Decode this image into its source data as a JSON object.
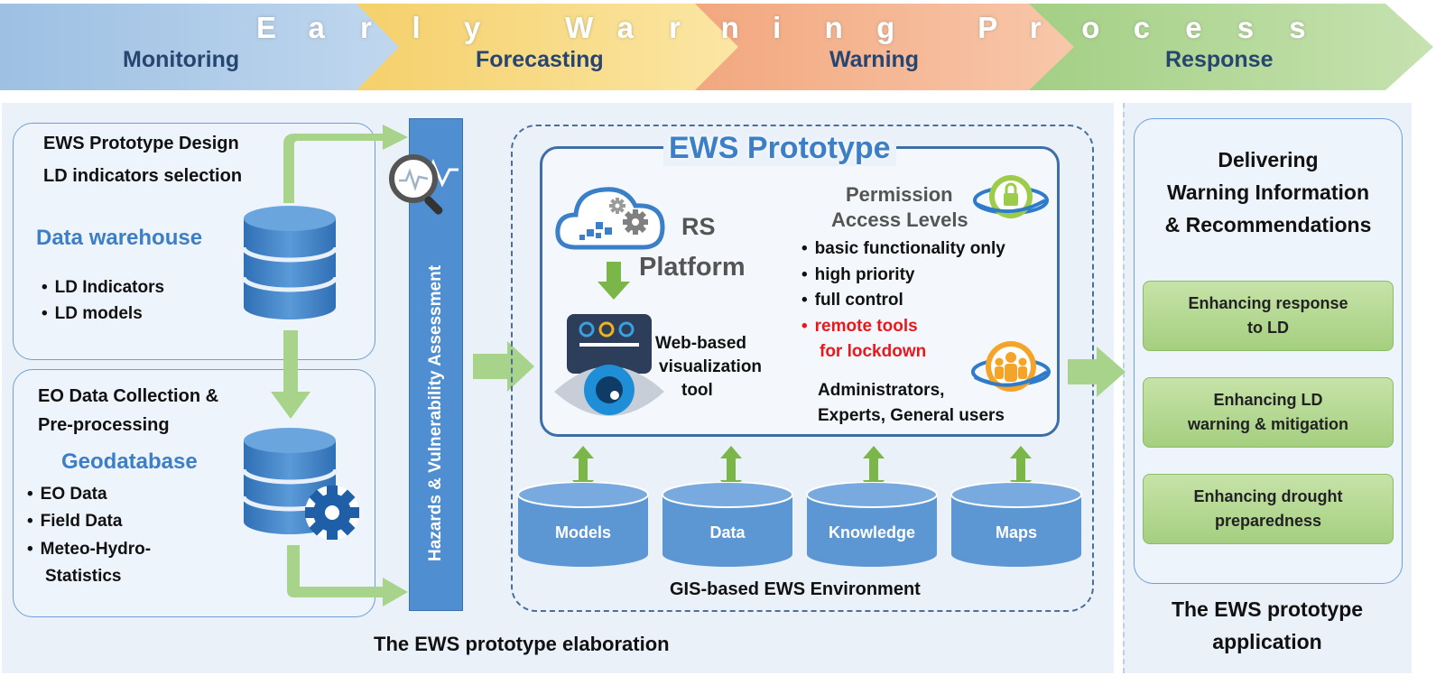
{
  "banner": {
    "title_letters": [
      "E",
      "a",
      "r",
      "l",
      "y",
      "W",
      "a",
      "r",
      "n",
      "i",
      "n",
      "g",
      "P",
      "r",
      "o",
      "c",
      "e",
      "s",
      "s"
    ],
    "stages": [
      "Monitoring",
      "Forecasting",
      "Warning",
      "Response"
    ]
  },
  "left_panel": {
    "box1": {
      "line1": "EWS Prototype Design",
      "line2": "LD indicators selection",
      "heading": "Data warehouse",
      "items": [
        "LD Indicators",
        "LD models"
      ]
    },
    "box2": {
      "line1": "EO Data Collection &",
      "line2": "Pre-processing",
      "heading": "Geodatabase",
      "items": [
        "EO Data",
        "Field Data",
        "Meteo-Hydro-",
        "Statistics"
      ]
    },
    "vertical_bar_label": "Hazards & Vulnerability Assessment",
    "caption": "The EWS prototype elaboration"
  },
  "prototype": {
    "title": "EWS Prototype",
    "rs_line1": "RS",
    "rs_line2": "Platform",
    "viz_line1": "Web-based",
    "viz_line2": "visualization",
    "viz_line3": "tool",
    "permission_line1": "Permission",
    "permission_line2": "Access Levels",
    "access_items": [
      "basic functionality only",
      "high priority",
      "full control"
    ],
    "access_red_line1": "remote tools",
    "access_red_line2": "for lockdown",
    "users_line1": "Administrators,",
    "users_line2": "Experts, General users"
  },
  "environment": {
    "cylinders": [
      "Models",
      "Data",
      "Knowledge",
      "Maps"
    ],
    "caption": "GIS-based EWS Environment"
  },
  "right_panel": {
    "heading_line1": "Delivering",
    "heading_line2": "Warning Information",
    "heading_line3": "& Recommendations",
    "actions": [
      {
        "line1": "Enhancing response",
        "line2": "to LD"
      },
      {
        "line1": "Enhancing LD",
        "line2": "warning & mitigation"
      },
      {
        "line1": "Enhancing drought",
        "line2": "preparedness"
      }
    ],
    "caption_line1": "The EWS prototype",
    "caption_line2": "application"
  },
  "colors": {
    "monitoring": "#a9c8e6",
    "forecasting": "#f8d97a",
    "warning": "#f4b18c",
    "response": "#add48e",
    "accent_blue": "#3c7fc6",
    "cylinder_blue": "#5d97d3",
    "arrow_green": "#9fcd7c",
    "red_text": "#e8191d"
  }
}
